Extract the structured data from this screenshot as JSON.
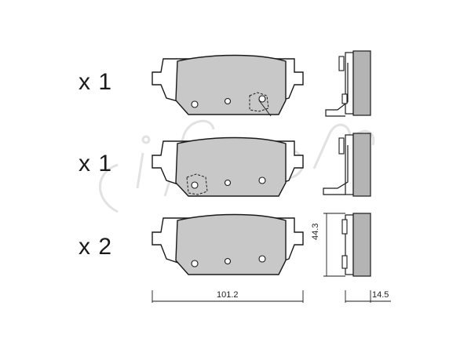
{
  "rows": [
    {
      "quantity": "x 1"
    },
    {
      "quantity": "x 1"
    },
    {
      "quantity": "x 2"
    }
  ],
  "dimensions": {
    "length": "101.2",
    "height": "44.3",
    "thickness": "14.5"
  },
  "watermark": "cifam",
  "colors": {
    "pad_friction": "#c8c8c8",
    "outline": "#1a1a1a",
    "watermark": "#e2e2e2"
  }
}
